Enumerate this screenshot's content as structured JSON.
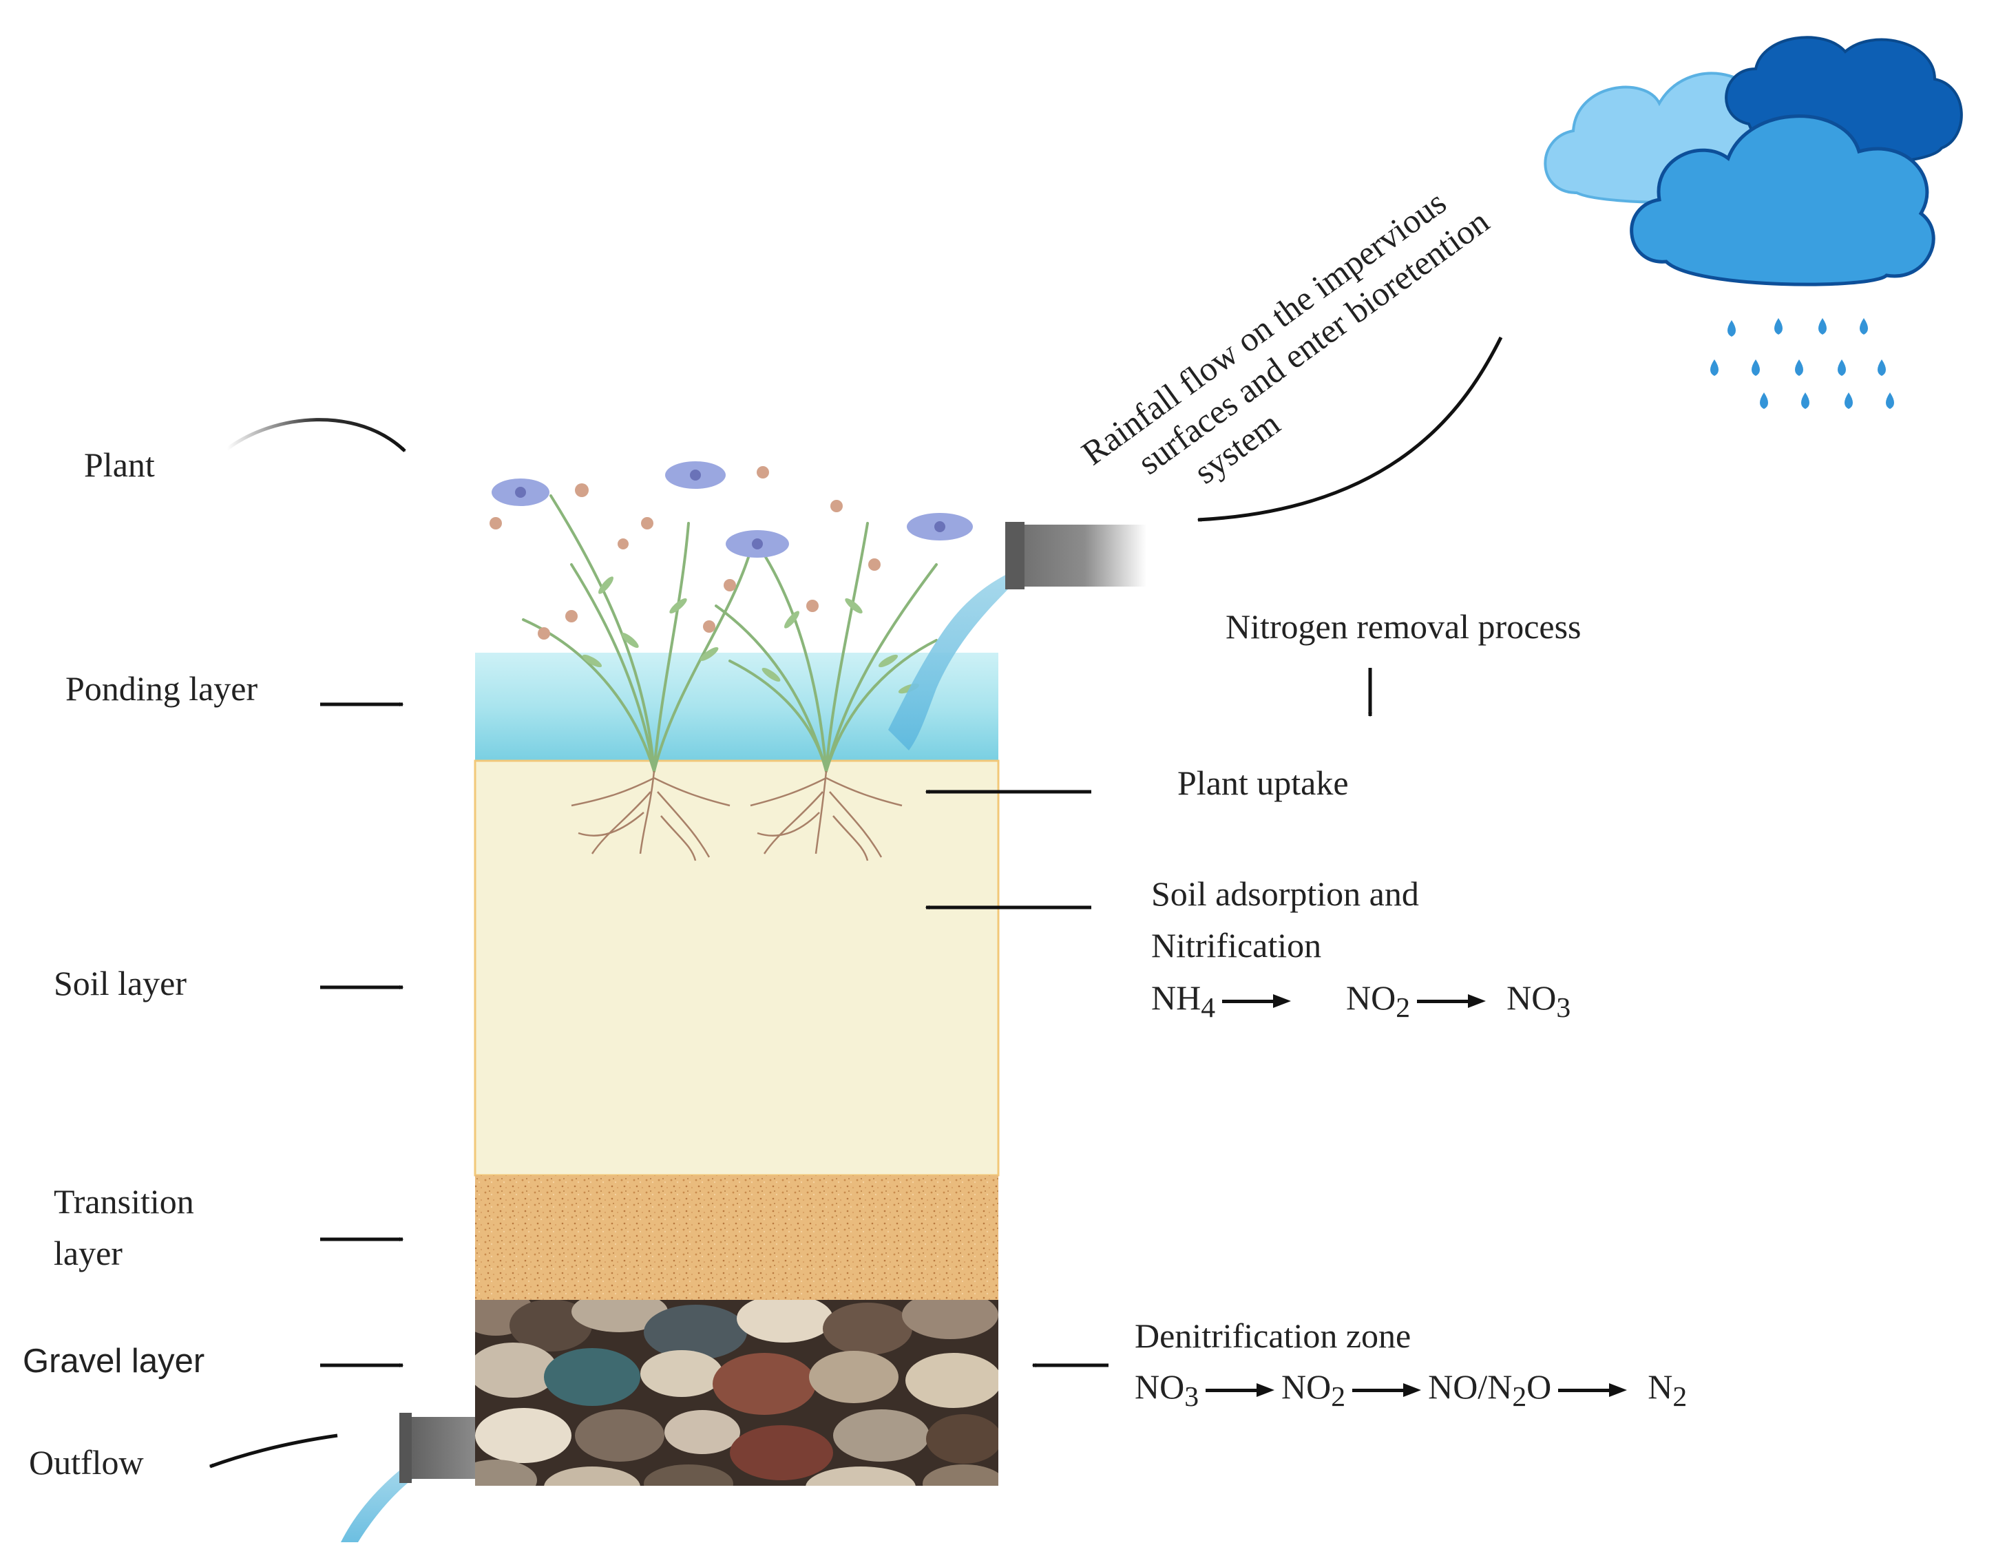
{
  "left_labels": {
    "plant": "Plant",
    "ponding": "Ponding layer",
    "soil": "Soil layer",
    "transition_1": "Transition",
    "transition_2": "layer",
    "gravel": "Gravel layer",
    "outflow": "Outflow"
  },
  "rainfall": {
    "line1": "Rainfall flow on the impervious",
    "line2": "surfaces and enter bioretention",
    "line3": "system"
  },
  "process": {
    "title": "Nitrogen removal process",
    "plant_uptake": "Plant uptake",
    "soil_1": "Soil adsorption and",
    "soil_2": "Nitrification",
    "denitrification": "Denitrification zone"
  },
  "nitrification_chain": [
    {
      "base": "NH",
      "sub": "4"
    },
    {
      "base": "NO",
      "sub": "2"
    },
    {
      "base": "NO",
      "sub": "3"
    }
  ],
  "denitrification_chain": [
    {
      "base": "NO",
      "sub": "3"
    },
    {
      "base": "NO",
      "sub": "2"
    },
    {
      "base": "NO/N",
      "sub": "2",
      "tail": "O"
    },
    {
      "base": "N",
      "sub": "2"
    }
  ],
  "colors": {
    "ponding_water": "#a6e3ee",
    "soil": "#f6f2d6",
    "transition_sand": "#e8b878",
    "gravel_bg": "#5d4a3c",
    "cloud_light": "#8fd0f4",
    "cloud_mid": "#3a9fe0",
    "cloud_dark": "#0d5fb4",
    "rain_drop": "#3394d8",
    "pipe": "#6e6e6e",
    "flower": "#9aa7e0",
    "stem": "#8ab57a",
    "root": "#a88068"
  }
}
